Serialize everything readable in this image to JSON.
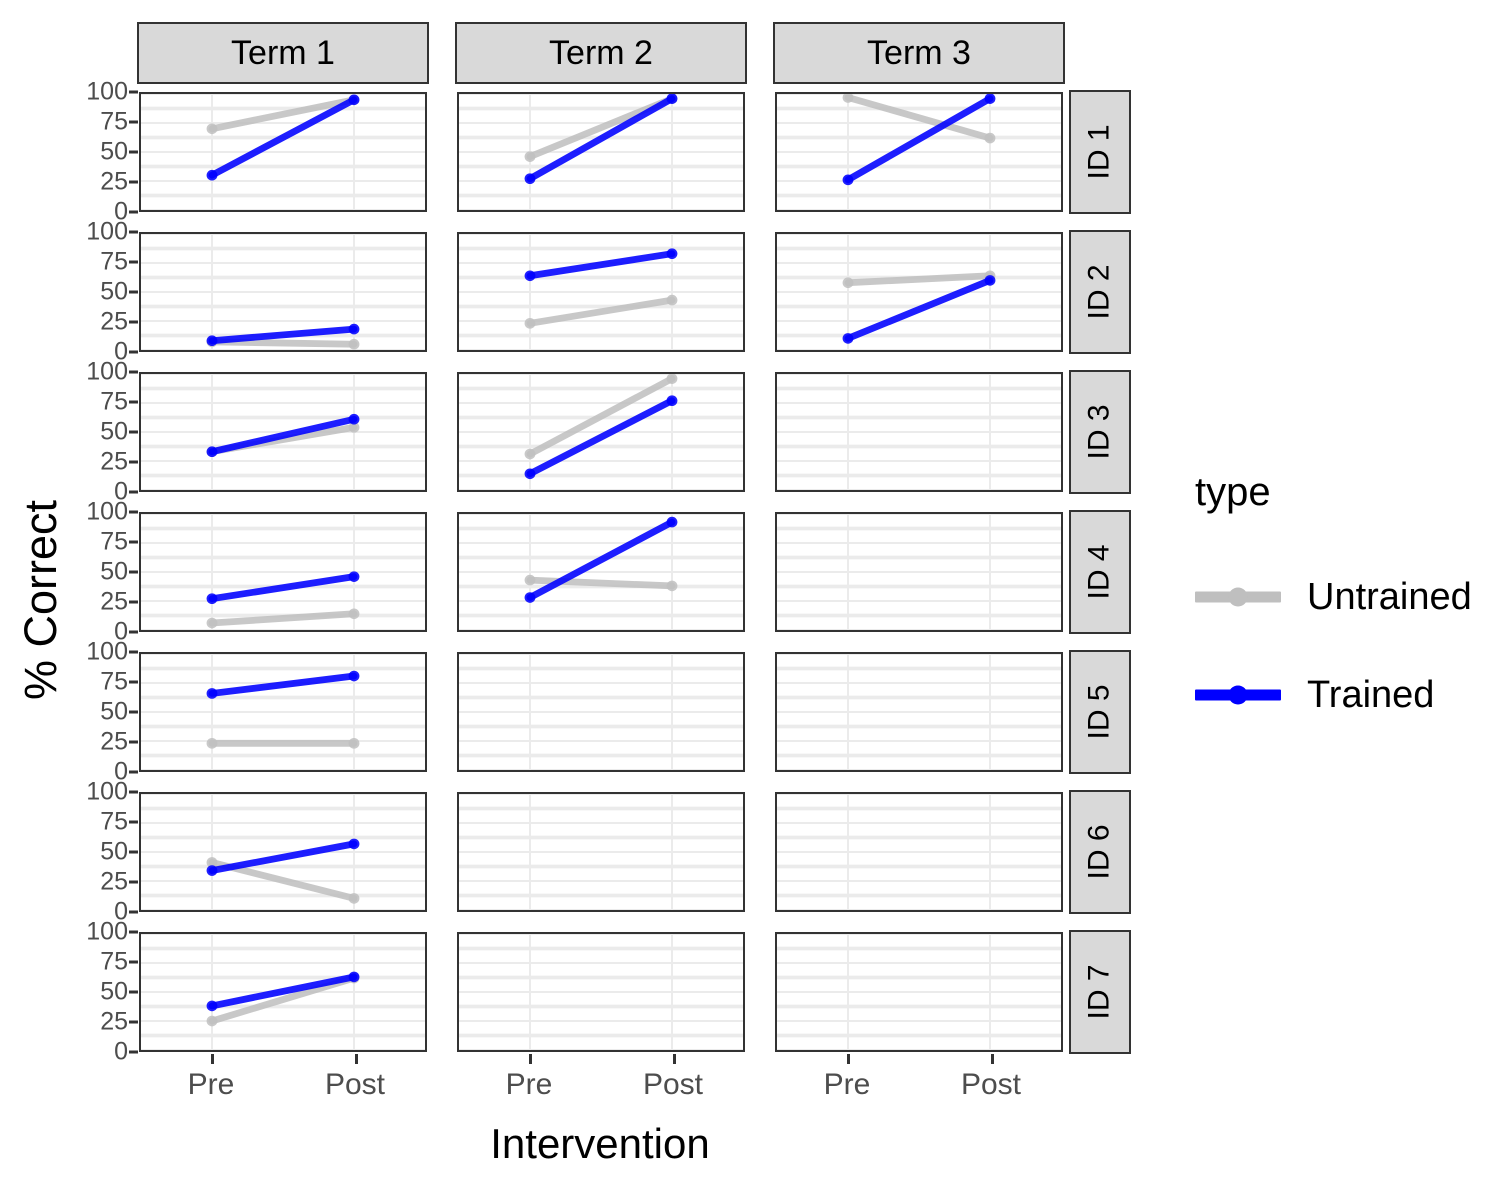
{
  "chart_data": {
    "type": "line",
    "title": "",
    "xlabel": "Intervention",
    "ylabel": "% Correct",
    "x": [
      "Pre",
      "Post"
    ],
    "xtick_labels": [
      "Pre",
      "Post"
    ],
    "ytick_labels": [
      "0",
      "25",
      "50",
      "75",
      "100"
    ],
    "yticks": [
      0,
      25,
      50,
      75,
      100
    ],
    "ylim": [
      0,
      100
    ],
    "grid": true,
    "legend_position": "right",
    "legend_title": "type",
    "facet_col_var": "Term",
    "facet_row_var": "ID",
    "col_facets": [
      "Term 1",
      "Term 2",
      "Term 3"
    ],
    "row_facets": [
      "ID 1",
      "ID 2",
      "ID 3",
      "ID 4",
      "ID 5",
      "ID 6",
      "ID 7"
    ],
    "series": [
      {
        "name": "Untrained",
        "color": "#bfbfbf"
      },
      {
        "name": "Trained",
        "color": "#0000ff"
      }
    ],
    "panels": [
      {
        "row": "ID 1",
        "col": "Term 1",
        "lines": [
          {
            "name": "Untrained",
            "values": [
              70,
              95
            ]
          },
          {
            "name": "Trained",
            "values": [
              30,
              95
            ]
          }
        ]
      },
      {
        "row": "ID 1",
        "col": "Term 2",
        "lines": [
          {
            "name": "Untrained",
            "values": [
              46,
              96
            ]
          },
          {
            "name": "Trained",
            "values": [
              27,
              96
            ]
          }
        ]
      },
      {
        "row": "ID 1",
        "col": "Term 3",
        "lines": [
          {
            "name": "Untrained",
            "values": [
              97,
              62
            ]
          },
          {
            "name": "Trained",
            "values": [
              26,
              96
            ]
          }
        ]
      },
      {
        "row": "ID 2",
        "col": "Term 1",
        "lines": [
          {
            "name": "Untrained",
            "values": [
              7,
              5
            ]
          },
          {
            "name": "Trained",
            "values": [
              8,
              18
            ]
          }
        ]
      },
      {
        "row": "ID 2",
        "col": "Term 2",
        "lines": [
          {
            "name": "Untrained",
            "values": [
              23,
              43
            ]
          },
          {
            "name": "Trained",
            "values": [
              64,
              83
            ]
          }
        ]
      },
      {
        "row": "ID 2",
        "col": "Term 3",
        "lines": [
          {
            "name": "Untrained",
            "values": [
              58,
              64
            ]
          },
          {
            "name": "Trained",
            "values": [
              10,
              60
            ]
          }
        ]
      },
      {
        "row": "ID 3",
        "col": "Term 1",
        "lines": [
          {
            "name": "Untrained",
            "values": [
              33,
              54
            ]
          },
          {
            "name": "Trained",
            "values": [
              33,
              61
            ]
          }
        ]
      },
      {
        "row": "ID 3",
        "col": "Term 2",
        "lines": [
          {
            "name": "Untrained",
            "values": [
              31,
              96
            ]
          },
          {
            "name": "Trained",
            "values": [
              14,
              77
            ]
          }
        ]
      },
      {
        "row": "ID 3",
        "col": "Term 3",
        "lines": []
      },
      {
        "row": "ID 4",
        "col": "Term 1",
        "lines": [
          {
            "name": "Untrained",
            "values": [
              6,
              14
            ]
          },
          {
            "name": "Trained",
            "values": [
              27,
              46
            ]
          }
        ]
      },
      {
        "row": "ID 4",
        "col": "Term 2",
        "lines": [
          {
            "name": "Untrained",
            "values": [
              43,
              38
            ]
          },
          {
            "name": "Trained",
            "values": [
              28,
              93
            ]
          }
        ]
      },
      {
        "row": "ID 4",
        "col": "Term 3",
        "lines": []
      },
      {
        "row": "ID 5",
        "col": "Term 1",
        "lines": [
          {
            "name": "Untrained",
            "values": [
              23,
              23
            ]
          },
          {
            "name": "Trained",
            "values": [
              66,
              81
            ]
          }
        ]
      },
      {
        "row": "ID 5",
        "col": "Term 2",
        "lines": []
      },
      {
        "row": "ID 5",
        "col": "Term 3",
        "lines": []
      },
      {
        "row": "ID 6",
        "col": "Term 1",
        "lines": [
          {
            "name": "Untrained",
            "values": [
              41,
              10
            ]
          },
          {
            "name": "Trained",
            "values": [
              34,
              57
            ]
          }
        ]
      },
      {
        "row": "ID 6",
        "col": "Term 2",
        "lines": []
      },
      {
        "row": "ID 6",
        "col": "Term 3",
        "lines": []
      },
      {
        "row": "ID 7",
        "col": "Term 1",
        "lines": [
          {
            "name": "Untrained",
            "values": [
              25,
              62
            ]
          },
          {
            "name": "Trained",
            "values": [
              38,
              63
            ]
          }
        ]
      },
      {
        "row": "ID 7",
        "col": "Term 2",
        "lines": []
      },
      {
        "row": "ID 7",
        "col": "Term 3",
        "lines": []
      }
    ]
  },
  "legend": {
    "title": "type",
    "items": [
      {
        "label": "Untrained",
        "color": "#bfbfbf"
      },
      {
        "label": "Trained",
        "color": "#0000ff"
      }
    ]
  },
  "axes": {
    "x_title": "Intervention",
    "y_title": "% Correct"
  },
  "colors": {
    "untrained": "#bfbfbf",
    "trained": "#0000ff",
    "strip_bg": "#d9d9d9",
    "panel_border": "#333333",
    "gridline": "#ebebeb",
    "tick_text": "#4d4d4d"
  }
}
